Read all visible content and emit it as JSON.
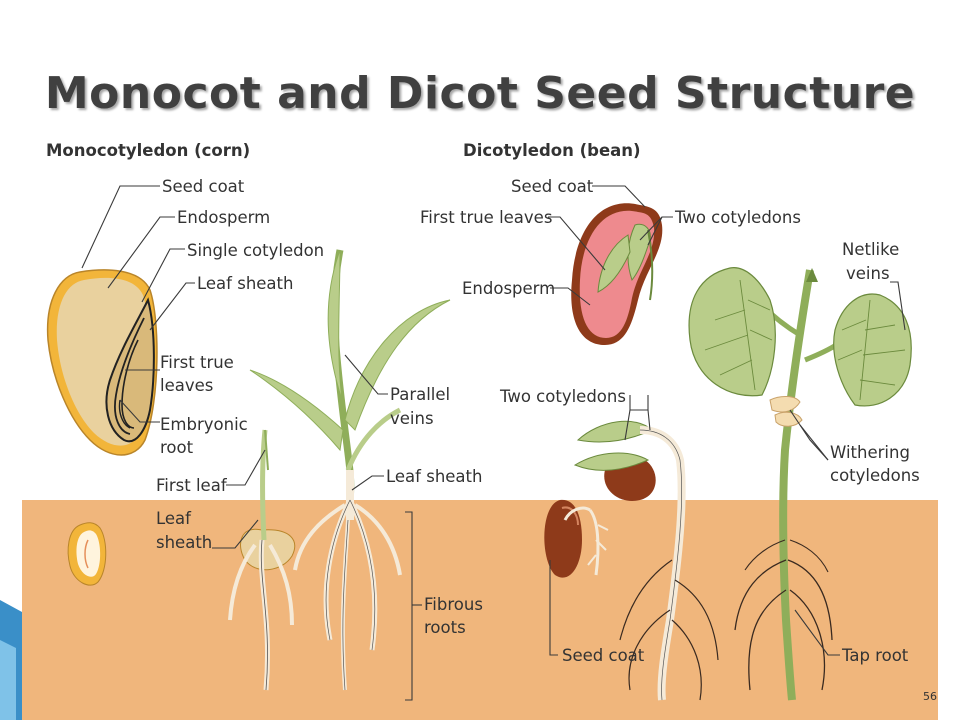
{
  "slide": {
    "title": "Monocot and Dicot Seed Structure",
    "page_number": "56"
  },
  "monocot": {
    "heading": "Monocotyledon (corn)",
    "labels": {
      "seed_coat": "Seed coat",
      "endosperm": "Endosperm",
      "single_cotyledon": "Single cotyledon",
      "leaf_sheath": "Leaf sheath",
      "first_true_leaves_1": "First true",
      "first_true_leaves_2": "leaves",
      "embryonic_root_1": "Embryonic",
      "embryonic_root_2": "root",
      "first_leaf": "First leaf",
      "leaf_sheath_small_1": "Leaf",
      "leaf_sheath_small_2": "sheath",
      "parallel_veins_1": "Parallel",
      "parallel_veins_2": "veins",
      "leaf_sheath_right": "Leaf sheath",
      "fibrous_roots_1": "Fibrous",
      "fibrous_roots_2": "roots"
    }
  },
  "dicot": {
    "heading": "Dicotyledon (bean)",
    "labels": {
      "seed_coat": "Seed coat",
      "first_true_leaves": "First true leaves",
      "two_cotyledons": "Two cotyledons",
      "endosperm": "Endosperm",
      "netlike_veins_1": "Netlike",
      "netlike_veins_2": "veins",
      "two_cotyledons_lower": "Two cotyledons",
      "withering_1": "Withering",
      "withering_2": "cotyledons",
      "seed_coat_lower": "Seed coat",
      "tap_root": "Tap root"
    }
  },
  "colors": {
    "soil": "#f0b67c",
    "seed_coat": "#f2b53a",
    "endosperm": "#e9d19e",
    "bean_pink": "#ee8a8e",
    "leaf_green": "#b9cd8a",
    "stem_green": "#8fae5a",
    "bean_brown": "#8e3a1a",
    "root": "#f5ead8"
  }
}
